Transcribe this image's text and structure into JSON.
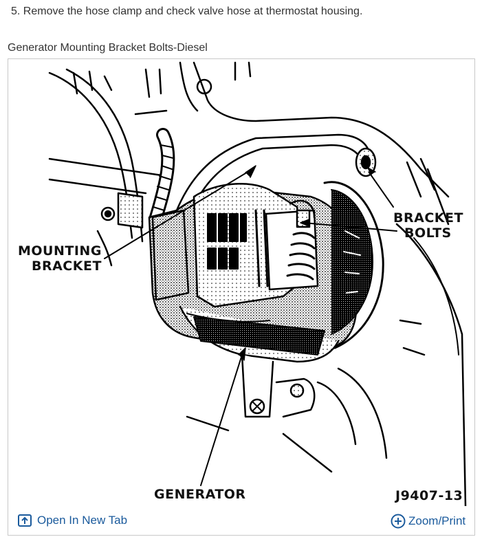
{
  "step": {
    "text": "5. Remove the hose clamp and check valve hose at thermostat housing."
  },
  "figure": {
    "title": "Generator Mounting Bracket Bolts-Diesel",
    "labels": {
      "mounting_bracket_line1": "MOUNTING",
      "mounting_bracket_line2": "BRACKET",
      "bracket_bolts_line1": "BRACKET",
      "bracket_bolts_line2": "BOLTS",
      "generator": "GENERATOR",
      "figure_code": "J9407-13"
    }
  },
  "actions": {
    "open_new_tab": "Open In New Tab",
    "zoom_print": "Zoom/Print"
  },
  "colors": {
    "link": "#1a5a9c",
    "border": "#c8c8c8"
  },
  "icons": {
    "open_new_tab": "open-new-tab-icon",
    "zoom_print": "plus-circle-icon"
  }
}
